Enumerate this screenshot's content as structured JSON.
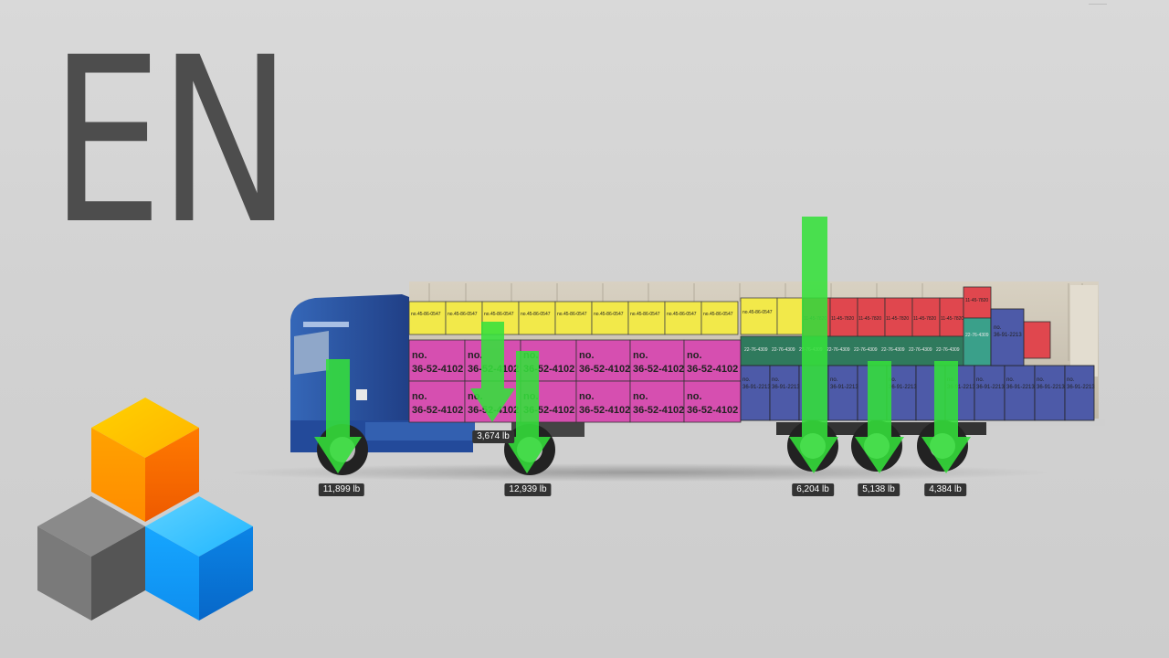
{
  "lang_label": "EN",
  "colors": {
    "background": "#d4d4d4",
    "yellow_cargo": "#f2e94a",
    "magenta_cargo": "#d64fb0",
    "red_cargo": "#e0474e",
    "green_cargo": "#2f7a5d",
    "blue_cargo": "#4d5aa8",
    "arrow": "#35e03b",
    "truck_body": "#2d57a6"
  },
  "cargo": {
    "yellow_label": "no.45-86-0547",
    "magenta_label_line1": "no.",
    "magenta_label_line2": "36-52-4102",
    "red_label": "11-45-7820",
    "green_label": "22-76-4309",
    "blue_label_line1": "no.",
    "blue_label_line2": "36-91-2213"
  },
  "loads": [
    {
      "id": "steer-axle",
      "value": "11,899 lb"
    },
    {
      "id": "kingpin",
      "value": "3,674 lb"
    },
    {
      "id": "drive-axle",
      "value": "12,939 lb"
    },
    {
      "id": "trailer-axle-1",
      "value": "6,204 lb"
    },
    {
      "id": "trailer-axle-2",
      "value": "5,138 lb"
    },
    {
      "id": "trailer-axle-3",
      "value": "4,384 lb"
    }
  ]
}
